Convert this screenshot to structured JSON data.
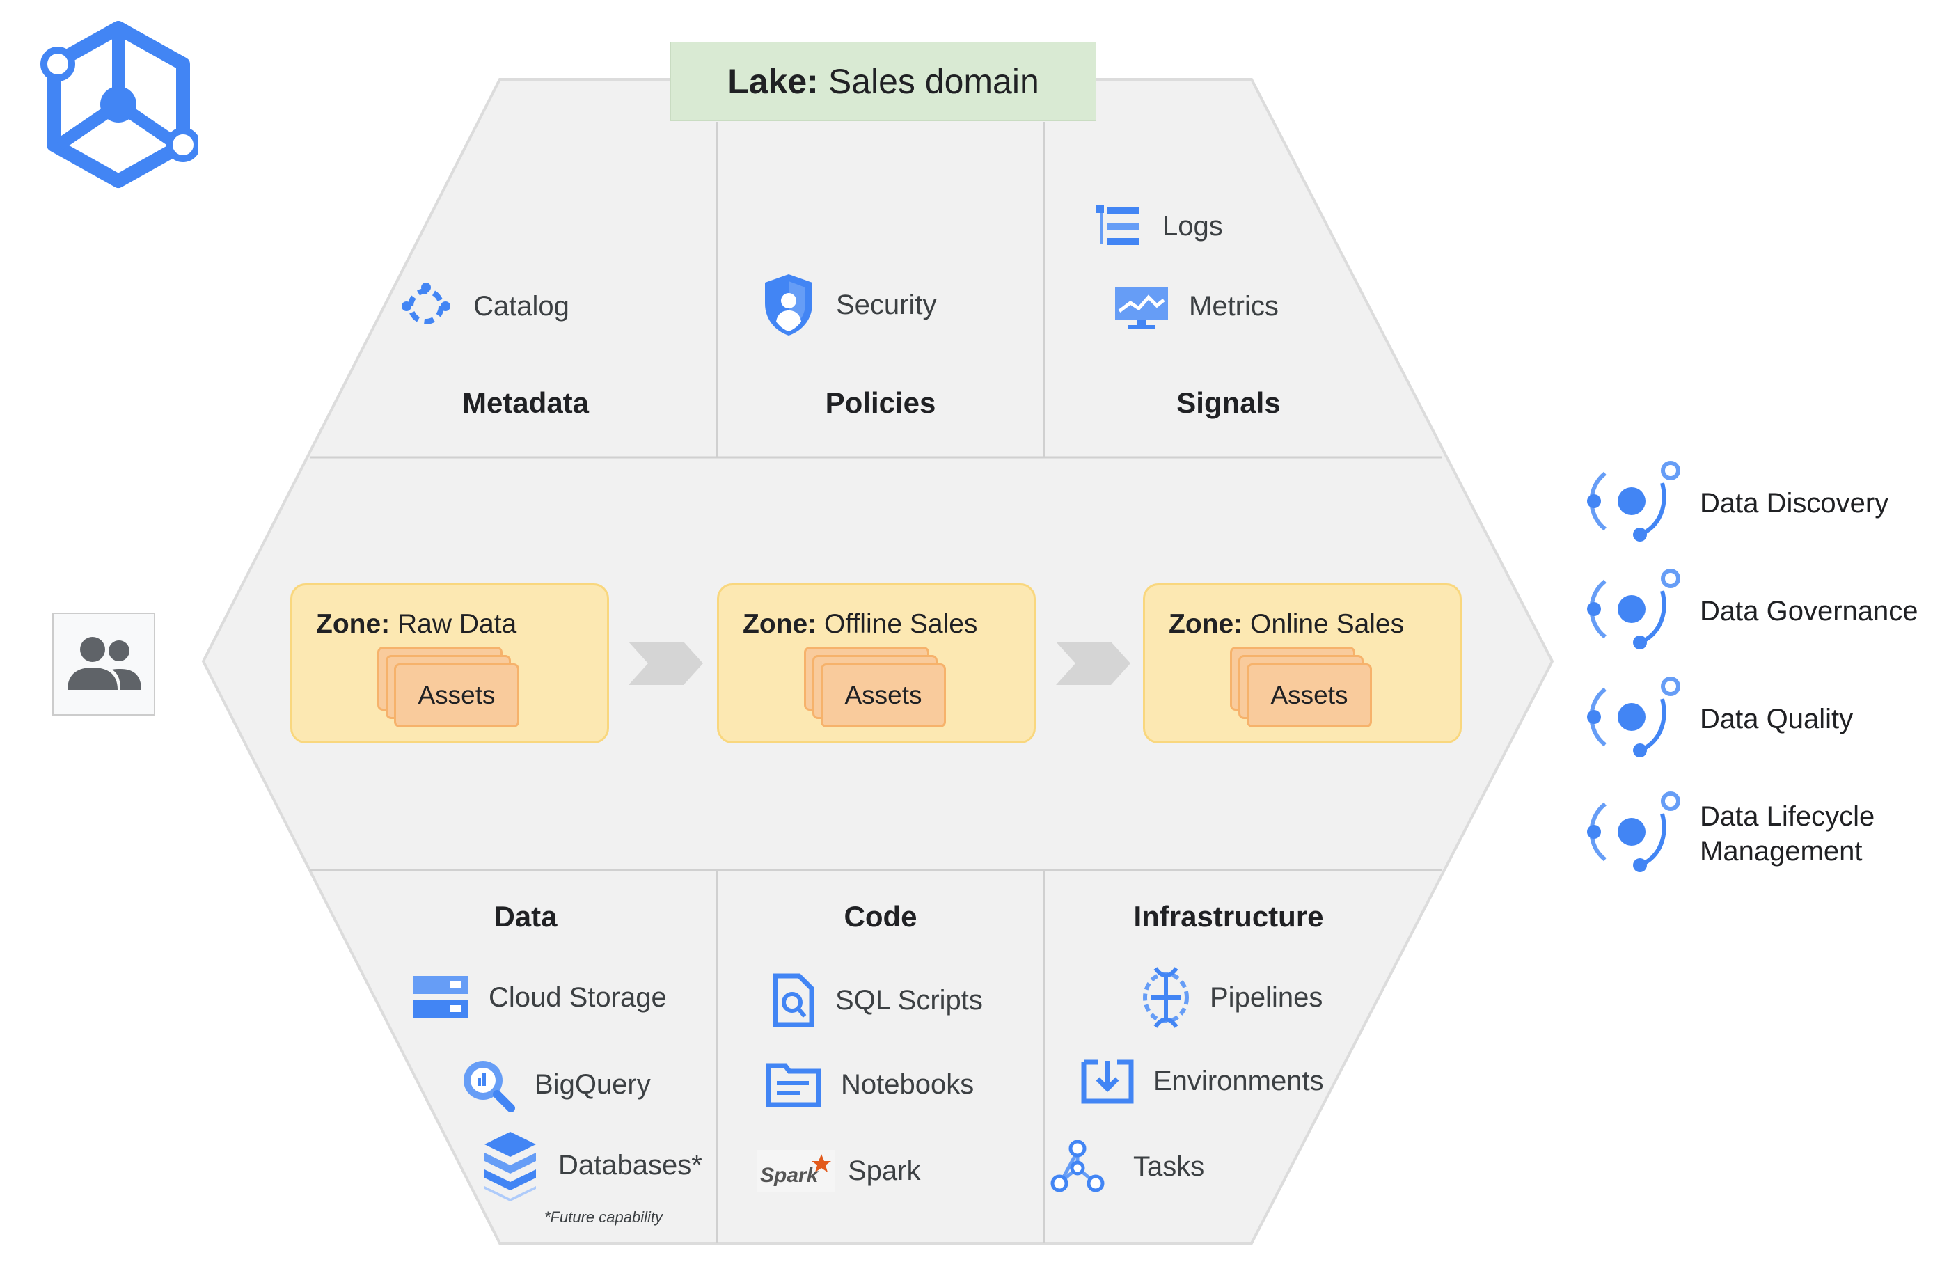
{
  "title": {
    "prefix": "Lake:",
    "text": "Sales domain"
  },
  "top_sections": [
    {
      "label": "Metadata",
      "items": [
        {
          "label": "Catalog",
          "icon": "catalog-icon"
        }
      ]
    },
    {
      "label": "Policies",
      "items": [
        {
          "label": "Security",
          "icon": "shield-icon"
        }
      ]
    },
    {
      "label": "Signals",
      "items": [
        {
          "label": "Logs",
          "icon": "logs-icon"
        },
        {
          "label": "Metrics",
          "icon": "metrics-icon"
        }
      ]
    }
  ],
  "zones": [
    {
      "prefix": "Zone:",
      "name": "Raw Data",
      "card": "Assets"
    },
    {
      "prefix": "Zone:",
      "name": "Offline Sales",
      "card": "Assets"
    },
    {
      "prefix": "Zone:",
      "name": "Online Sales",
      "card": "Assets"
    }
  ],
  "bottom_sections": [
    {
      "label": "Data",
      "items": [
        {
          "label": "Cloud Storage",
          "icon": "cloud-storage-icon"
        },
        {
          "label": "BigQuery",
          "icon": "bigquery-icon"
        },
        {
          "label": "Databases*",
          "icon": "databases-icon"
        }
      ],
      "footnote": "*Future capability"
    },
    {
      "label": "Code",
      "items": [
        {
          "label": "SQL Scripts",
          "icon": "sql-script-icon"
        },
        {
          "label": "Notebooks",
          "icon": "notebook-icon"
        },
        {
          "label": "Spark",
          "icon": "spark-logo"
        }
      ]
    },
    {
      "label": "Infrastructure",
      "items": [
        {
          "label": "Pipelines",
          "icon": "pipelines-icon"
        },
        {
          "label": "Environments",
          "icon": "environments-icon"
        },
        {
          "label": "Tasks",
          "icon": "tasks-icon"
        }
      ]
    }
  ],
  "capabilities": [
    {
      "label": "Data Discovery"
    },
    {
      "label": "Data Governance"
    },
    {
      "label": "Data Quality"
    },
    {
      "label": "Data Lifecycle Management"
    }
  ],
  "colors": {
    "hex_fill": "#f1f1f1",
    "hex_stroke": "#dcdcdc",
    "title_bg": "#d9ead3",
    "zone_fill": "#fce8b2",
    "card_fill": "#f9cb9c",
    "google_blue": "#4285f4",
    "arrow_gray": "#d5d5d5"
  }
}
